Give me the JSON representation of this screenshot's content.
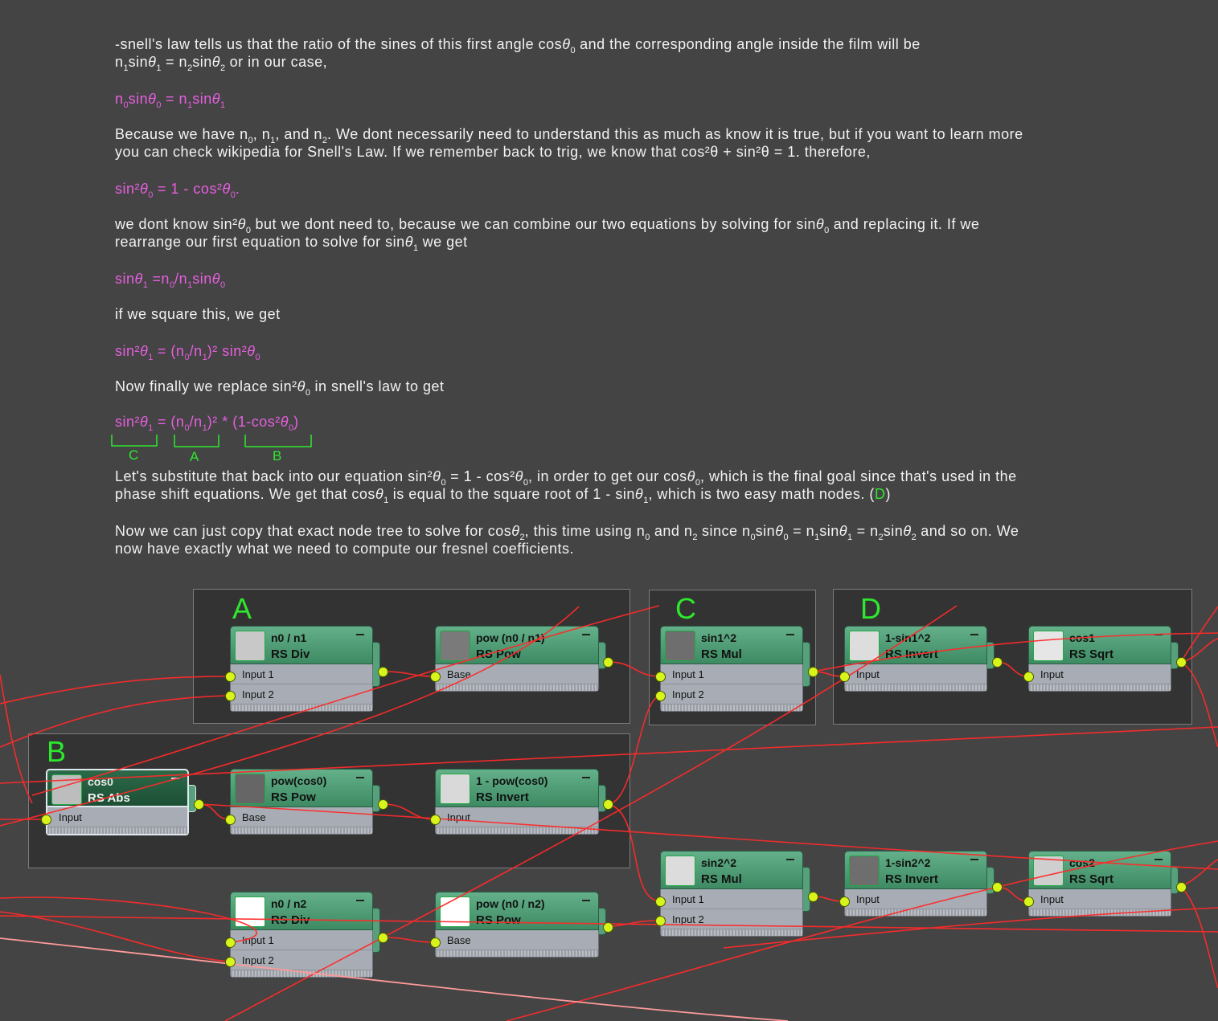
{
  "text": {
    "p1_a": "-snell's law tells us that the ratio of the sines of this first angle cos",
    "p1_b": " and the corresponding angle inside the film will be",
    "p1_c": " or in our case,",
    "eq1": "n₀sinθ₀ = n₁sinθ₁",
    "p2_a": "Because we have n",
    "p2_b": ". We dont necessarily need to understand this as much as know it is true, but if you want to learn more",
    "p2_c": "you can check wikipedia for Snell's Law. If we remember back to trig, we know that cos²θ + sin²θ = 1. therefore,",
    "p3_a": "we dont know sin²",
    "p3_b": " but we dont need to, because we can combine our two equations by solving for sin",
    "p3_c": " and replacing it. If we",
    "p3_d": "rearrange our first equation to solve for sin",
    "p3_e": " we get",
    "p4": "if we square this, we get",
    "p5_a": "Now finally we replace sin²",
    "p5_b": " in snell's law to get",
    "p6_a": "Let's substitute that back into our equation sin²",
    "p6_b": " = 1 - cos²",
    "p6_c": ", in order to get our cos",
    "p6_d": ", which is the final goal since that's used in the",
    "p6_e": "phase shift equations. We get that cos",
    "p6_f": " is equal to the square root of 1 - sin",
    "p6_g": ", which is two easy math nodes. (",
    "p6_h": "D",
    "p6_i": ")",
    "p7_a": "Now we can just copy that exact node tree to solve for cos",
    "p7_b": ", this time using n",
    "p7_c": " and n",
    "p7_d": " since n",
    "p7_e": " and so on. We",
    "p7_f": "now have exactly what we need to compute our fresnel coefficients."
  },
  "bracket_labels": [
    "C",
    "A",
    "B"
  ],
  "groups": [
    {
      "label": "A"
    },
    {
      "label": "B"
    },
    {
      "label": "C"
    },
    {
      "label": "D"
    }
  ],
  "nodes": {
    "n0_n1": {
      "name": "n0 / n1",
      "type": "RS Div",
      "inputs": [
        "Input 1",
        "Input 2"
      ],
      "swatch": "#c8c8c8"
    },
    "pow_n0_n1": {
      "name": "pow (n0 / n1)",
      "type": "RS Pow",
      "inputs": [
        "Base"
      ],
      "swatch": "#7a7a7a"
    },
    "sin1_sq": {
      "name": "sin1^2",
      "type": "RS Mul",
      "inputs": [
        "Input 1",
        "Input 2"
      ],
      "swatch": "#6e6e6e"
    },
    "one_minus_sin1": {
      "name": "1-sin1^2",
      "type": "RS Invert",
      "inputs": [
        "Input"
      ],
      "swatch": "#dddddd"
    },
    "cos1": {
      "name": "cos1",
      "type": "RS Sqrt",
      "inputs": [
        "Input"
      ],
      "swatch": "#e6e6e6"
    },
    "cos0": {
      "name": "cos0",
      "type": "RS Abs",
      "inputs": [
        "Input"
      ],
      "swatch": "#bdbdbd"
    },
    "pow_cos0": {
      "name": "pow(cos0)",
      "type": "RS Pow",
      "inputs": [
        "Base"
      ],
      "swatch": "#666666"
    },
    "one_minus_pow_cos0": {
      "name": "1 - pow(cos0)",
      "type": "RS Invert",
      "inputs": [
        "Input"
      ],
      "swatch": "#d9d9d9"
    },
    "sin2_sq": {
      "name": "sin2^2",
      "type": "RS Mul",
      "inputs": [
        "Input 1",
        "Input 2"
      ],
      "swatch": "#dcdcdc"
    },
    "one_minus_sin2": {
      "name": "1-sin2^2",
      "type": "RS Invert",
      "inputs": [
        "Input"
      ],
      "swatch": "#6e6e6e"
    },
    "cos2": {
      "name": "cos2",
      "type": "RS Sqrt",
      "inputs": [
        "Input"
      ],
      "swatch": "#cfcfcf"
    },
    "n0_n2": {
      "name": "n0 / n2",
      "type": "RS Div",
      "inputs": [
        "Input 1",
        "Input 2"
      ],
      "swatch": "#ffffff"
    },
    "pow_n0_n2": {
      "name": "pow (n0 / n2)",
      "type": "RS Pow",
      "inputs": [
        "Base"
      ],
      "swatch": "#ffffff"
    }
  }
}
